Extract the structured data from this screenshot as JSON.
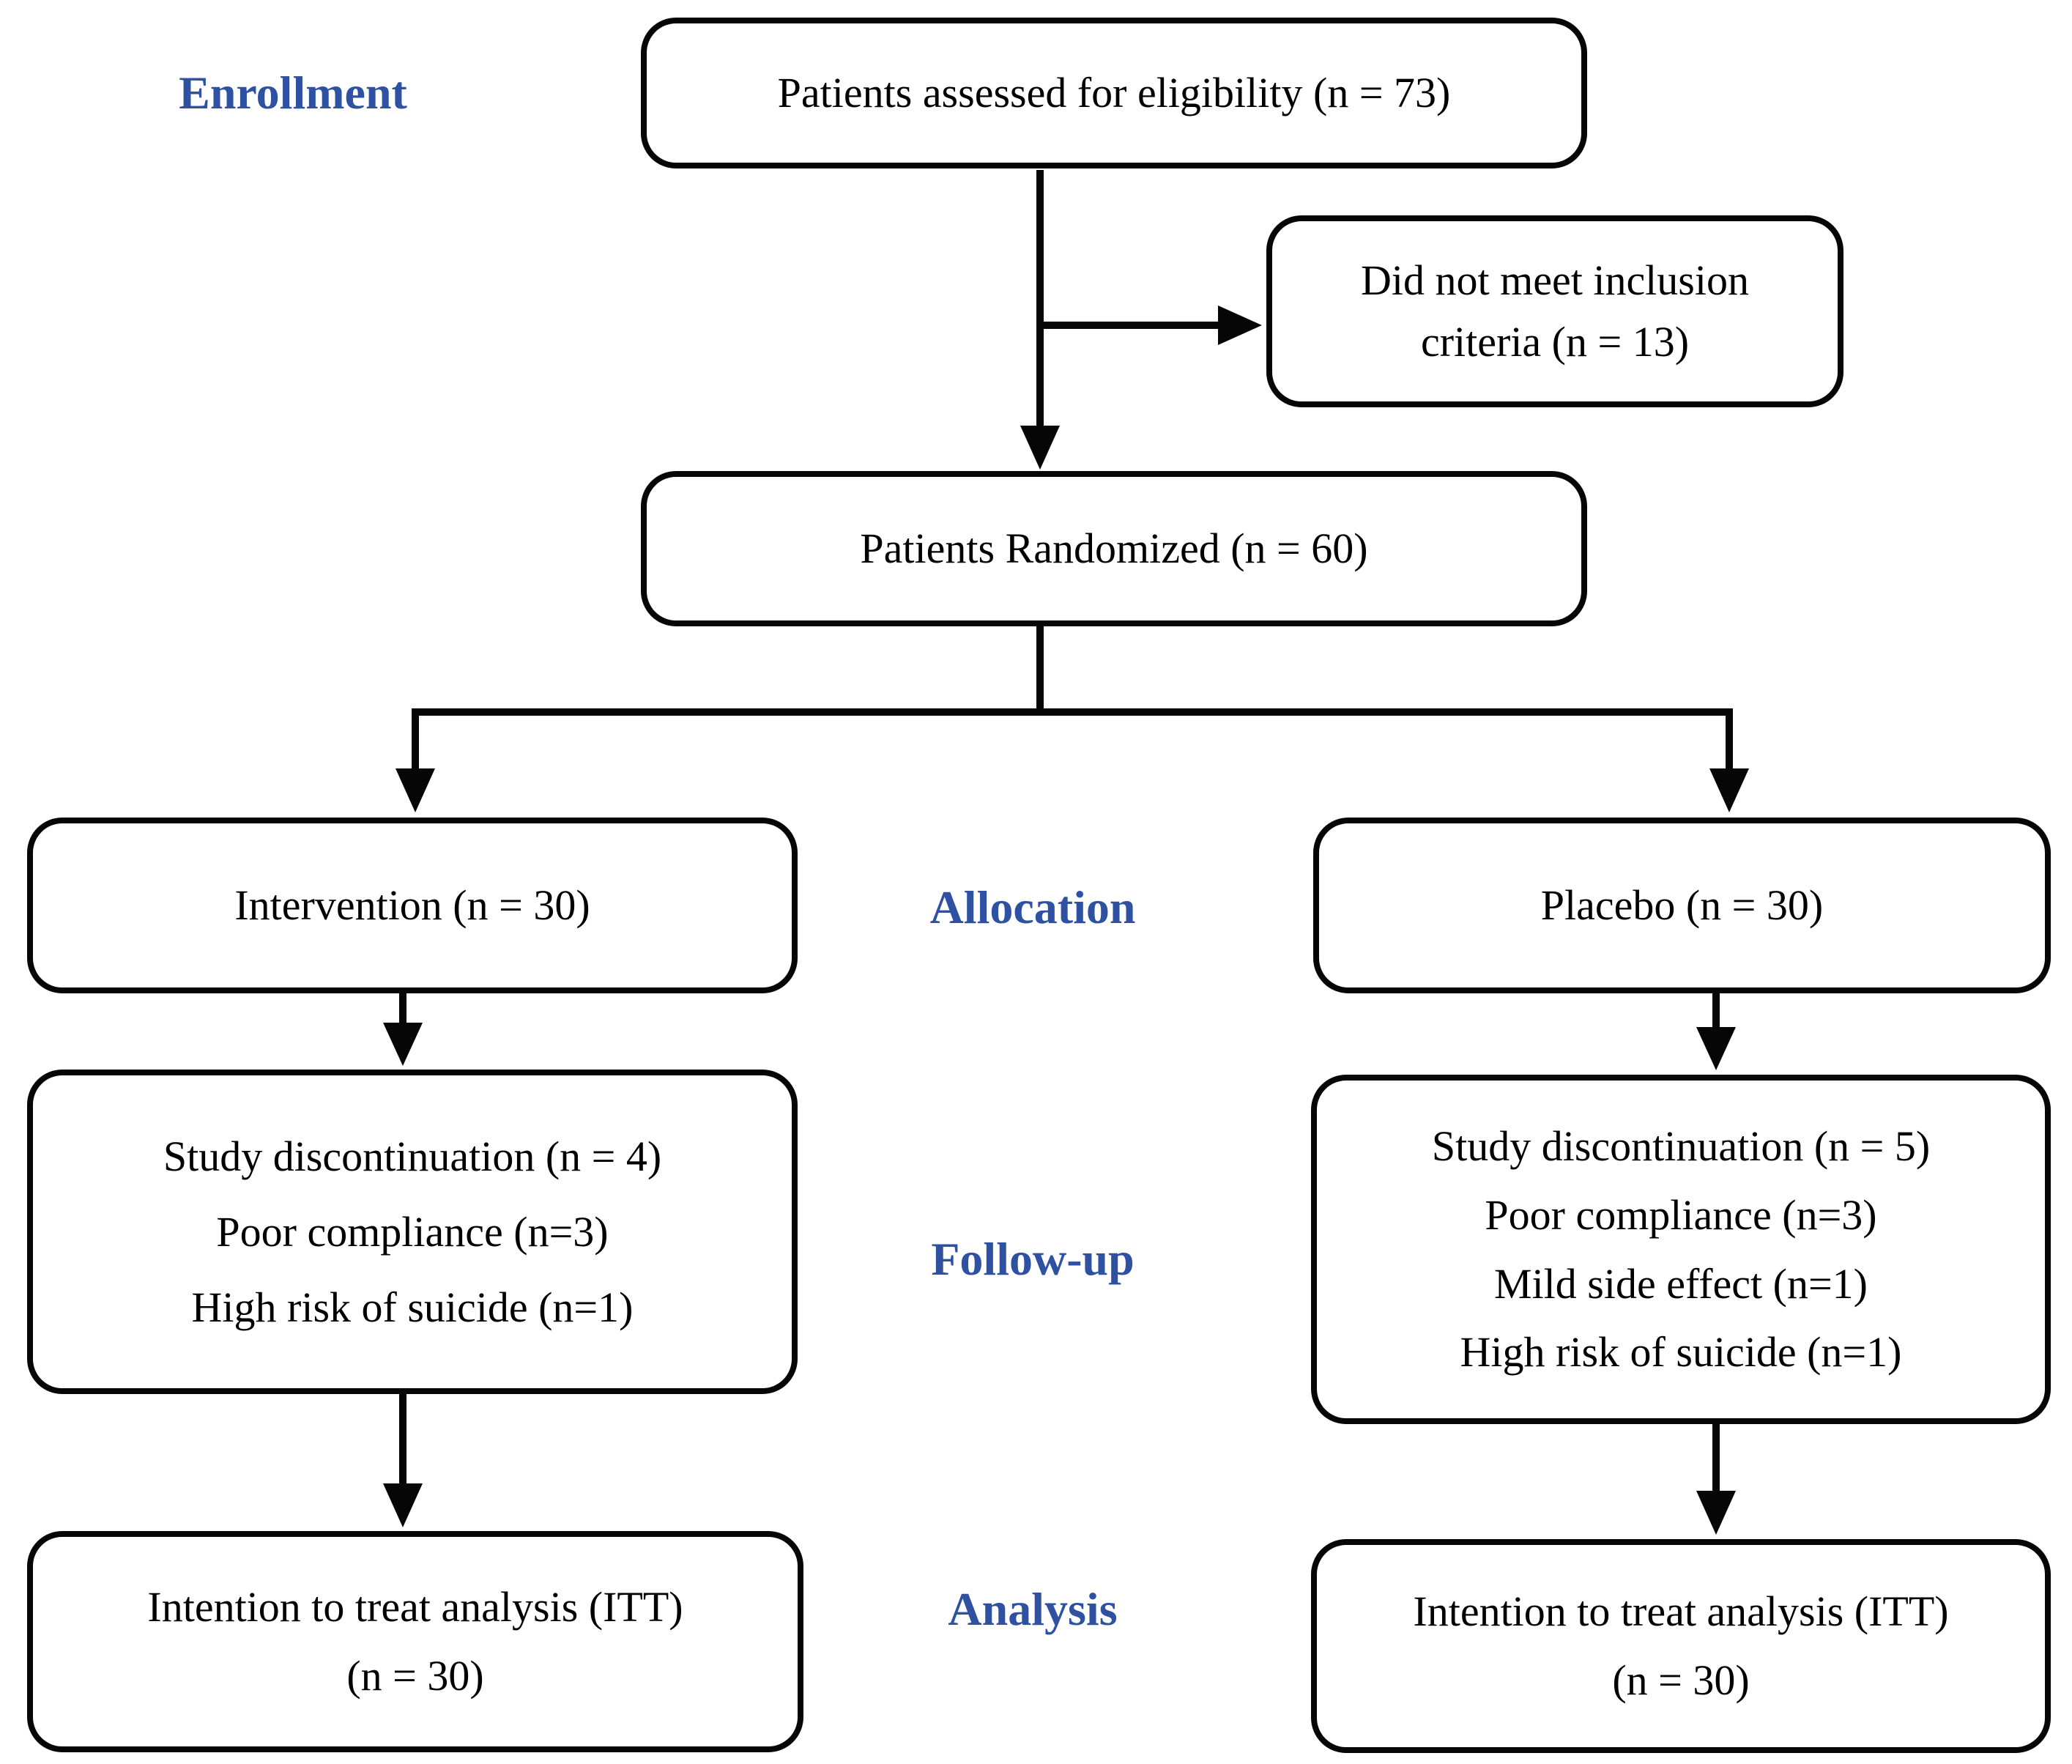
{
  "stages": {
    "enrollment": "Enrollment",
    "allocation": "Allocation",
    "followup": "Follow-up",
    "analysis": "Analysis"
  },
  "boxes": {
    "eligibility": "Patients assessed for eligibility (n = 73)",
    "excluded": [
      "Did not meet inclusion",
      "criteria (n = 13)"
    ],
    "randomized": "Patients Randomized (n = 60)",
    "intervention": "Intervention (n = 30)",
    "placebo": "Placebo (n = 30)",
    "followup_left": [
      "Study discontinuation (n = 4)",
      "Poor compliance (n=3)",
      "High risk of suicide (n=1)"
    ],
    "followup_right": [
      "Study discontinuation (n = 5)",
      "Poor compliance (n=3)",
      "Mild side effect (n=1)",
      "High risk of suicide (n=1)"
    ],
    "itt_left": [
      "Intention to treat analysis (ITT)",
      "(n = 30)"
    ],
    "itt_right": [
      "Intention to treat analysis (ITT)",
      "(n = 30)"
    ]
  },
  "colors": {
    "stage_label": "#2e51a2",
    "box_border": "#000000",
    "box_text": "#000000",
    "background": "#ffffff"
  }
}
